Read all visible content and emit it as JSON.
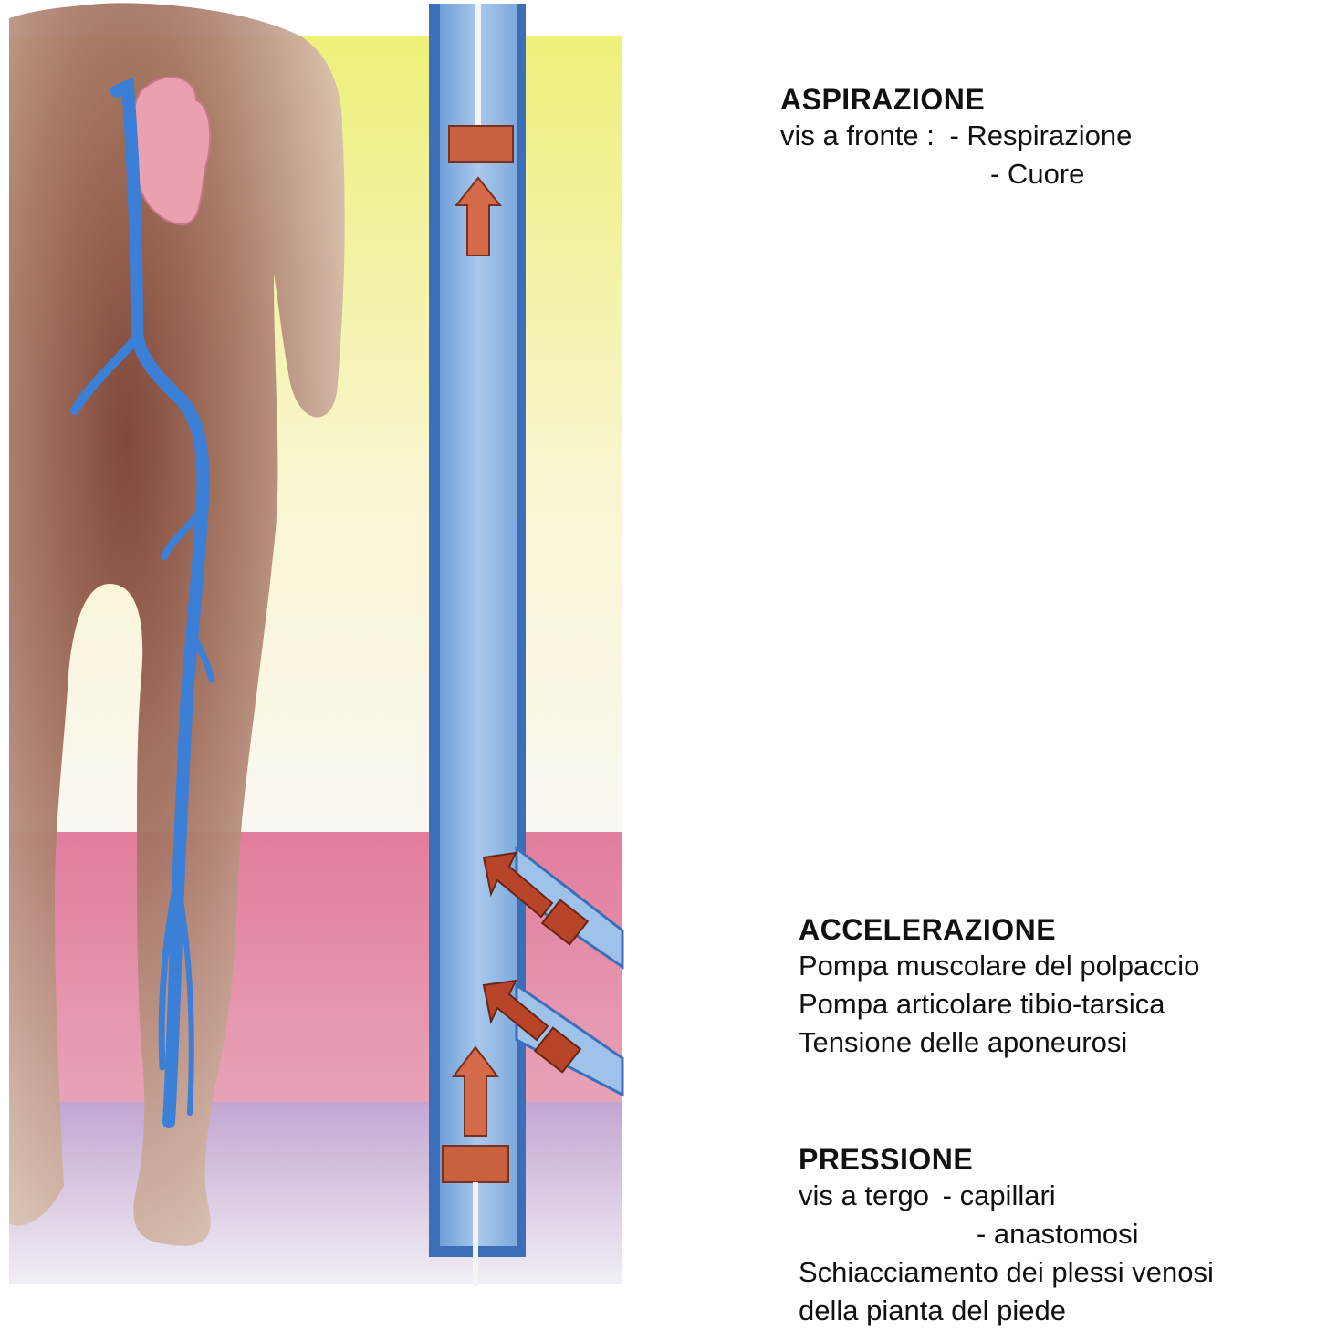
{
  "aspirazione": {
    "title": "ASPIRAZIONE",
    "prefix": "vis a fronte :",
    "items": [
      "- Respirazione",
      "- Cuore"
    ]
  },
  "accelerazione": {
    "title": "ACCELERAZIONE",
    "lines": [
      "Pompa muscolare del polpaccio",
      "Pompa articolare tibio-tarsica",
      "Tensione delle aponeurosi"
    ]
  },
  "pressione": {
    "title": "PRESSIONE",
    "prefix": "vis a tergo",
    "items": [
      "- capillari",
      "- anastomosi"
    ],
    "lines": [
      "Schiacciamento dei plessi venosi",
      "della pianta del piede"
    ]
  },
  "colors": {
    "vein": "#3b7fd6",
    "tube": "#8fb6e2",
    "piston": "#c8623e",
    "arrow": "#b8452a",
    "heart": "#eaa0ae",
    "skin": "#c9a68e",
    "yellow_band": "#f1ef9e",
    "pink_band": "#e58aa4",
    "lilac_band": "#c7b2d6"
  }
}
